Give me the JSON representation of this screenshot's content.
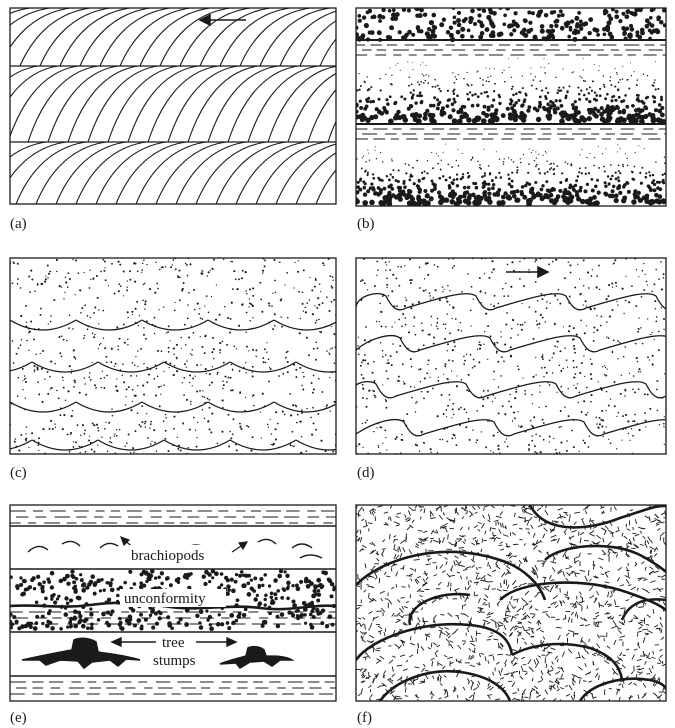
{
  "panels": [
    {
      "id": "a",
      "caption": "(a)",
      "structure": "cross-bedding"
    },
    {
      "id": "b",
      "caption": "(b)",
      "structure": "graded-bedding"
    },
    {
      "id": "c",
      "caption": "(c)",
      "structure": "symmetrical-ripple-marks"
    },
    {
      "id": "d",
      "caption": "(d)",
      "structure": "asymmetrical-ripple-marks"
    },
    {
      "id": "e",
      "caption": "(e)",
      "structure": "fossils-and-unconformity",
      "labels": {
        "brachiopods": "brachiopods",
        "unconformity": "unconformity",
        "tree": "tree",
        "stumps": "stumps"
      }
    },
    {
      "id": "f",
      "caption": "(f)",
      "structure": "pillow-lava"
    }
  ],
  "colors": {
    "ink": "#1a1a1a",
    "paper": "#ffffff"
  }
}
